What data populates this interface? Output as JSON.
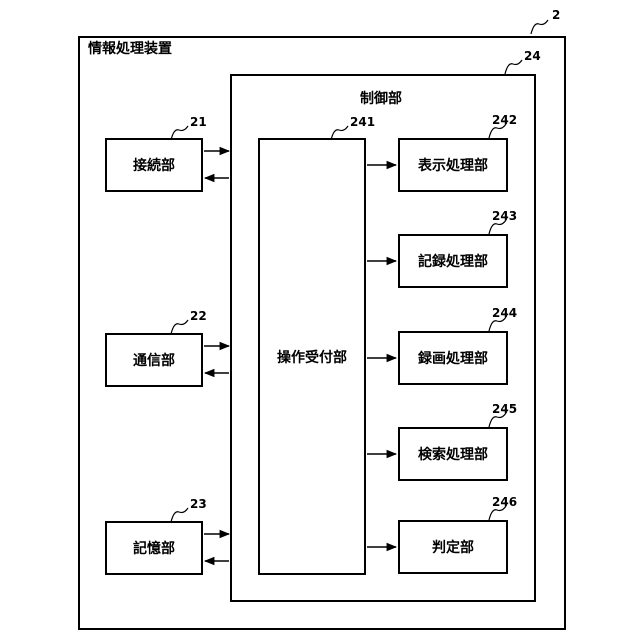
{
  "refs": {
    "device": "2",
    "control": "24",
    "connection": "21",
    "communication": "22",
    "storage": "23",
    "operation": "241",
    "display": "242",
    "record": "243",
    "video": "244",
    "search": "245",
    "judge": "246"
  },
  "labels": {
    "device": "情報処理装置",
    "control": "制御部",
    "connection": "接続部",
    "communication": "通信部",
    "storage": "記憶部",
    "operation": "操作受付部",
    "display": "表示処理部",
    "record": "記録処理部",
    "video": "録画処理部",
    "search": "検索処理部",
    "judge": "判定部"
  }
}
